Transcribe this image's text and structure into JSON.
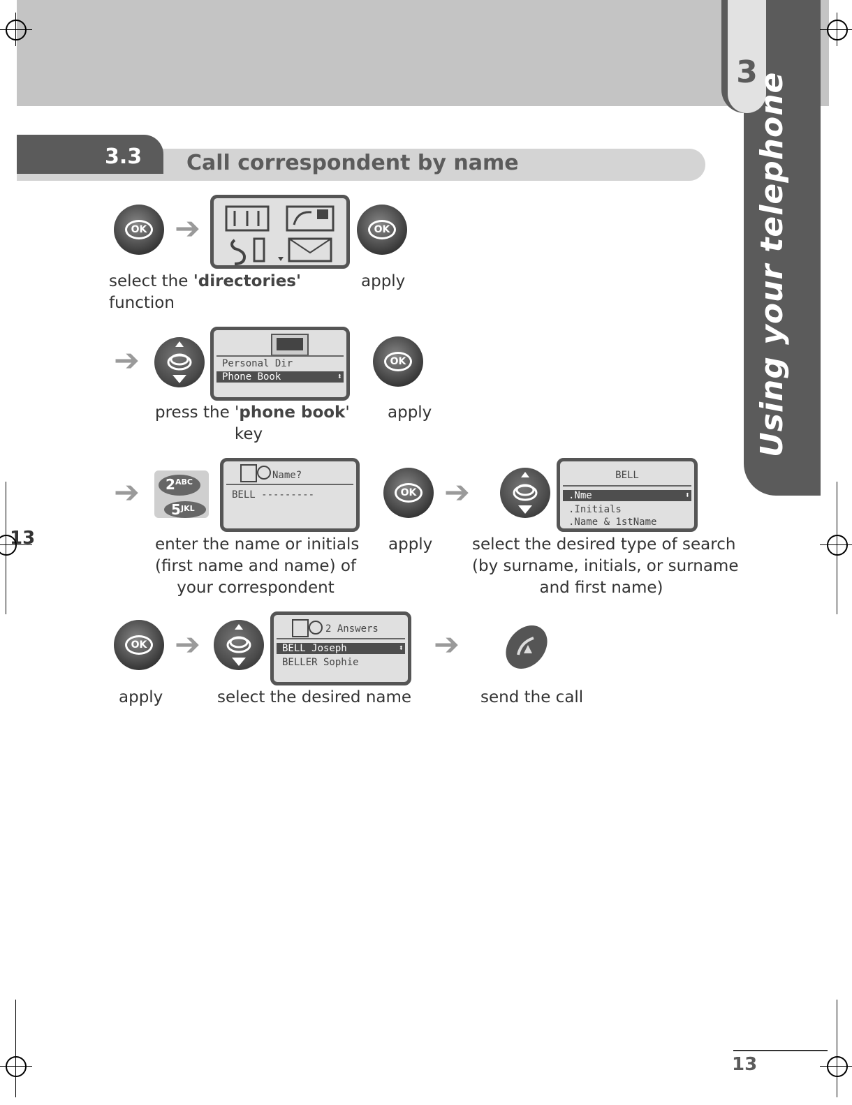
{
  "chapter": {
    "number": "3",
    "side_title": "Using your telephone"
  },
  "section": {
    "number": "3.3",
    "title": "Call correspondent by name"
  },
  "keys": {
    "ok": "OK",
    "key_2": "2",
    "key_2_letters": "ABC",
    "key_5": "5",
    "key_5_letters": "JKL"
  },
  "steps": {
    "row1": {
      "caption_select_pre": "select the ",
      "caption_select_bold": "'directories'",
      "caption_select_post": "function",
      "caption_apply": "apply"
    },
    "row2": {
      "screen_items": [
        "Personal Dir",
        "Phone Book"
      ],
      "caption_press_pre": "press the '",
      "caption_press_bold": "phone book",
      "caption_press_post": "'",
      "caption_press_line2": "key",
      "caption_apply": "apply"
    },
    "row3": {
      "screen_prompt": "Name?",
      "screen_entry": "BELL ---------",
      "caption_enter": [
        "enter the name or initials",
        "(first name and name) of",
        "your correspondent"
      ],
      "caption_apply": "apply",
      "search_header": "BELL",
      "search_items": [
        ".Nme",
        ".Initials",
        ".Name & 1stName"
      ],
      "caption_search": [
        "select the desired type of search",
        "(by surname, initials, or surname",
        "and first name)"
      ]
    },
    "row4": {
      "caption_apply": "apply",
      "results_header": "2 Answers",
      "results_items": [
        "BELL Joseph",
        "BELLER Sophie"
      ],
      "caption_select": "select the desired name",
      "caption_send": "send the call"
    }
  },
  "footer": {
    "page_number": "13",
    "margin_number": "13"
  }
}
